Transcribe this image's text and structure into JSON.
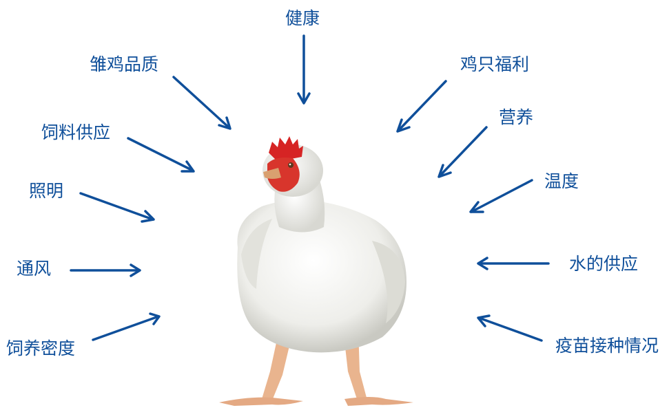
{
  "labels": {
    "health": "健康",
    "chick_quality": "雏鸡品质",
    "bird_welfare": "鸡只福利",
    "nutrition": "营养",
    "feed_supply": "饲料供应",
    "temperature": "温度",
    "lighting": "照明",
    "ventilation": "通风",
    "water_supply": "水的供应",
    "stocking_density": "饲养密度",
    "vaccination": "疫苗接种情况"
  },
  "colors": {
    "accent": "#0f4f9a",
    "background": "#ffffff"
  },
  "image": {
    "subject": "white-broiler-chicken"
  }
}
